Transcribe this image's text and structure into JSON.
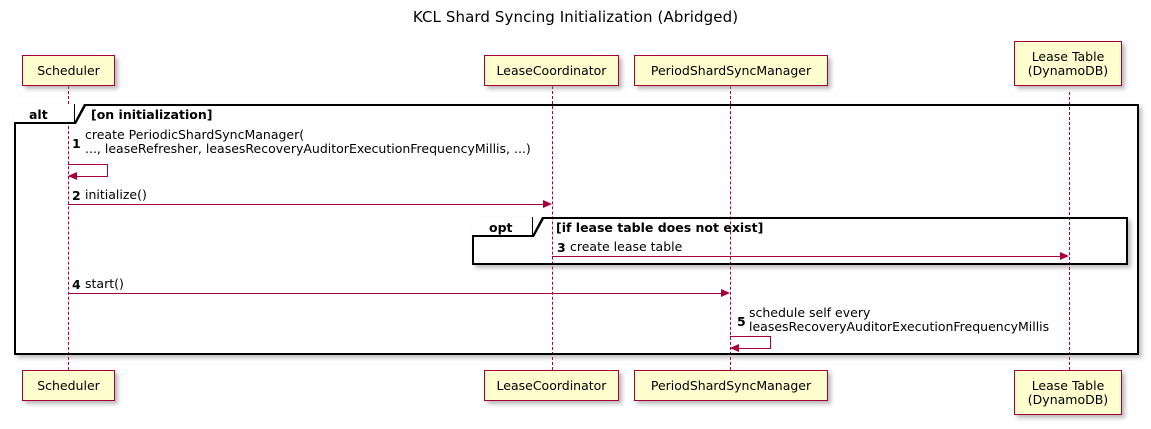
{
  "diagram": {
    "title": "KCL Shard Syncing Initialization (Abridged)",
    "type": "sequence-diagram",
    "colors": {
      "participant_fill": "#FEFECE",
      "participant_border": "#A80036",
      "arrow": "#A80036",
      "frame_border": "#000000",
      "background": "#FFFFFF"
    }
  },
  "participants": [
    {
      "id": "scheduler",
      "label": "Scheduler"
    },
    {
      "id": "leasecoord",
      "label": "LeaseCoordinator"
    },
    {
      "id": "psm",
      "label": "PeriodShardSyncManager"
    },
    {
      "id": "leasetable",
      "label": "Lease Table\n(DynamoDB)"
    }
  ],
  "frames": [
    {
      "id": "alt-frame",
      "operator": "alt",
      "condition": "[on initialization]"
    },
    {
      "id": "opt-frame",
      "operator": "opt",
      "condition": "[if lease table does not exist]"
    }
  ],
  "messages": [
    {
      "number": "1",
      "text": "create PeriodicShardSyncManager(\n   ..., leaseRefresher, leasesRecoveryAuditorExecutionFrequencyMillis, ...)",
      "from": "scheduler",
      "to": "scheduler",
      "kind": "self"
    },
    {
      "number": "2",
      "text": "initialize()",
      "from": "scheduler",
      "to": "leasecoord",
      "kind": "call"
    },
    {
      "number": "3",
      "text": "create lease table",
      "from": "leasecoord",
      "to": "leasetable",
      "kind": "call"
    },
    {
      "number": "4",
      "text": "start()",
      "from": "scheduler",
      "to": "psm",
      "kind": "call"
    },
    {
      "number": "5",
      "text": "schedule self every\n   leasesRecoveryAuditorExecutionFrequencyMillis",
      "from": "psm",
      "to": "psm",
      "kind": "self"
    }
  ]
}
